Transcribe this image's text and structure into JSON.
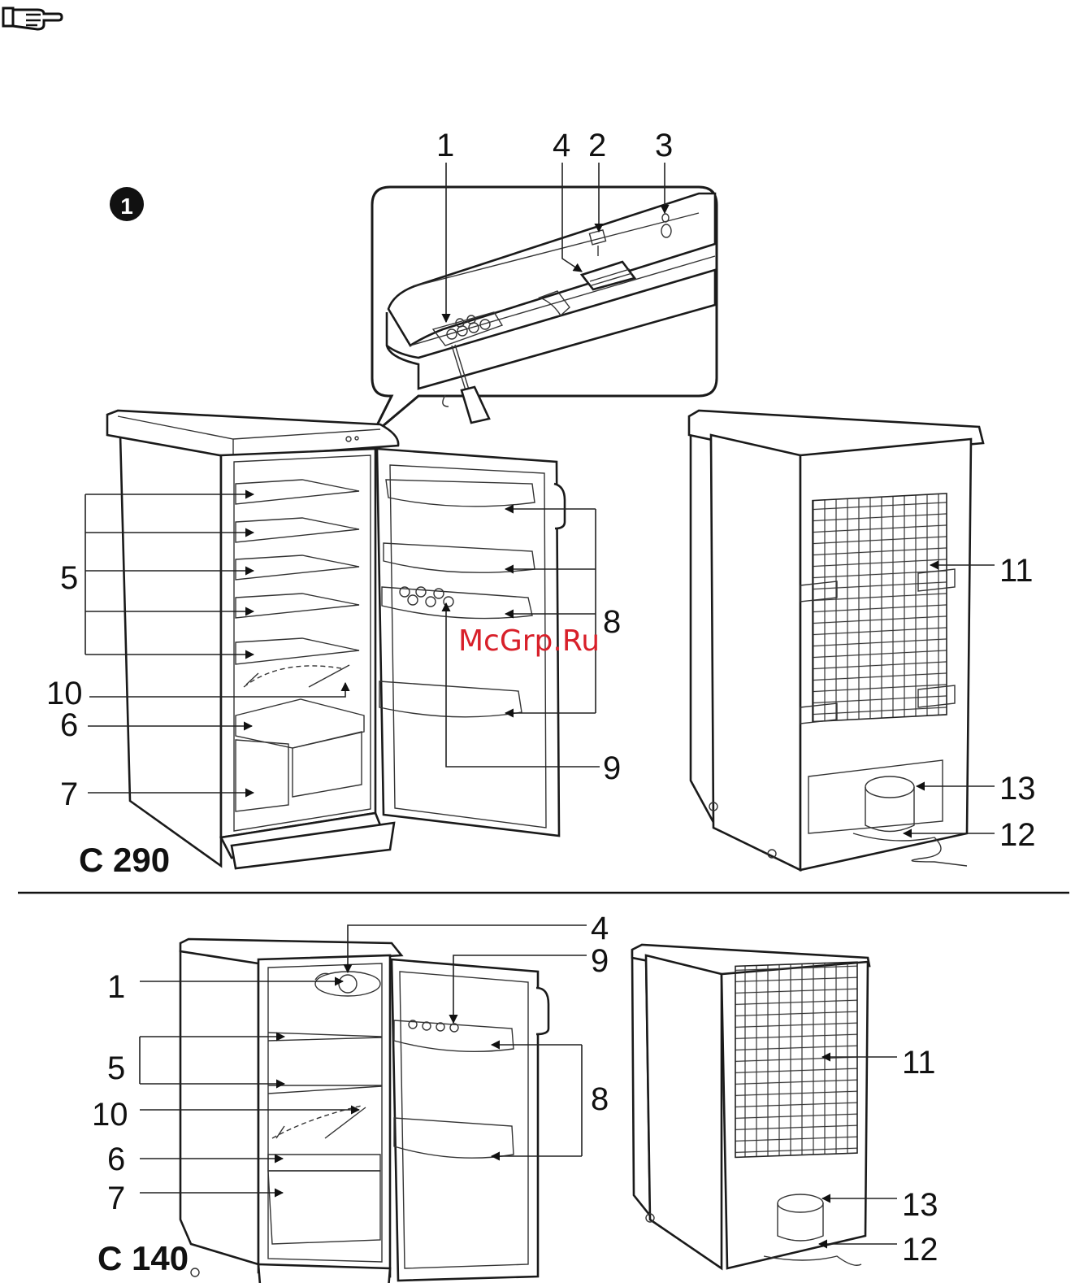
{
  "figure_number": "1",
  "watermark": "McGrp.Ru",
  "models": [
    {
      "id": "c290",
      "label": "C 290"
    },
    {
      "id": "c140",
      "label": "C 140"
    }
  ],
  "callouts_c290_detail": [
    "1",
    "4",
    "2",
    "3"
  ],
  "callouts_c290_left": [
    "5",
    "10",
    "6",
    "7"
  ],
  "callouts_c290_right": [
    "8",
    "9"
  ],
  "callouts_c290_back": [
    "11",
    "13",
    "12"
  ],
  "callouts_c140_left": [
    "1",
    "5",
    "10",
    "6",
    "7"
  ],
  "callouts_c140_right": [
    "4",
    "9",
    "8"
  ],
  "callouts_c140_back": [
    "11",
    "13",
    "12"
  ],
  "icons": {
    "note": "pointing-hand-icon",
    "figure_badge": "circle-number-badge"
  },
  "colors": {
    "ink": "#1a1a1a",
    "watermark": "#d8202a",
    "background": "#ffffff"
  }
}
